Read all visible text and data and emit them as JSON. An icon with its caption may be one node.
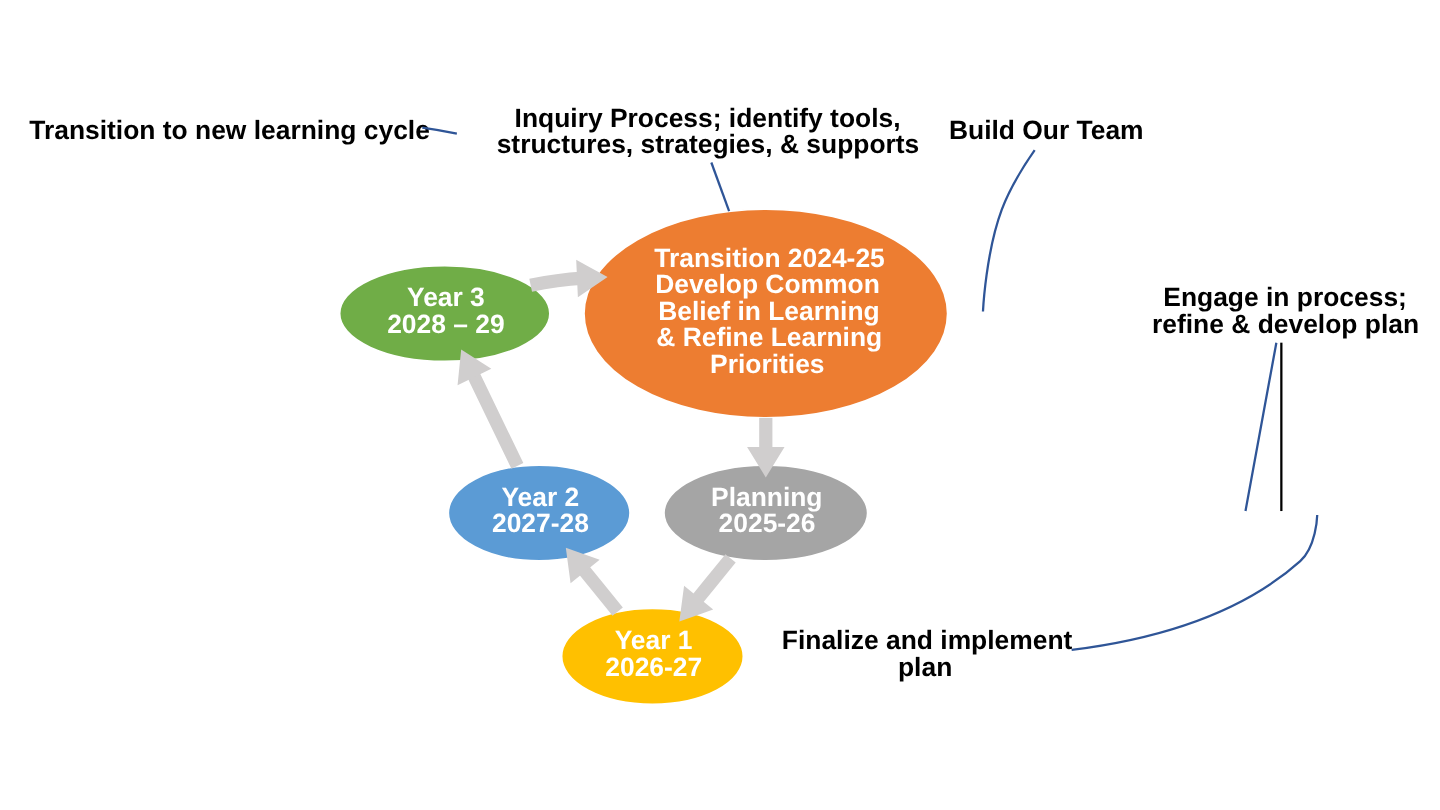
{
  "diagram": {
    "nodes": [
      {
        "text": [
          "Transition to new learning cycle"
        ]
      },
      {
        "text": [
          "Build Our Team"
        ]
      },
      {
        "text": [
          "Inquiry Process; identify tools, structures, strategies, & supports"
        ]
      },
      {
        "text": [
          "Transition 2024-25",
          "Develop Common Belief in Learning & Refine Learning Priorities"
        ]
      },
      {
        "text": [
          "Engage in process; refine & develop plan"
        ]
      },
      {
        "text": [
          "Year 3",
          "2028 – 29"
        ]
      },
      {
        "text": [
          "Year 2",
          "2027-28"
        ]
      },
      {
        "text": [
          "Planning",
          "2025-26"
        ]
      },
      {
        "text": [
          "Year 1",
          "2026-27"
        ]
      },
      {
        "text": [
          "Finalize and implement plan"
        ]
      }
    ],
    "edges": [
      {
        "from": 5,
        "to": 3,
        "arrow": "to",
        "style": "thick",
        "color": "#d0cece"
      },
      {
        "from": 3,
        "to": 7,
        "arrow": "to",
        "style": "thick",
        "color": "#d0cece"
      },
      {
        "from": 7,
        "to": 8,
        "arrow": "to",
        "style": "thick",
        "color": "#d0cece"
      },
      {
        "from": 8,
        "to": 6,
        "arrow": "to",
        "style": "thick",
        "color": "#d0cece"
      },
      {
        "from": 6,
        "to": 5,
        "arrow": "to",
        "style": "thick",
        "color": "#d0cece"
      },
      {
        "from": 0,
        "to": null,
        "arrow": "none",
        "color": "#2f5597"
      },
      {
        "from": 1,
        "to": null,
        "arrow": "none",
        "color": "#2f5597"
      },
      {
        "from": 2,
        "to": 3,
        "arrow": "none",
        "color": "#2f5597"
      },
      {
        "from": 4,
        "to": null,
        "arrow": "none",
        "color": "#2f5597"
      },
      {
        "from": 4,
        "to": null,
        "arrow": "none",
        "color": "#000000"
      },
      {
        "from": 9,
        "to": null,
        "arrow": "none",
        "color": "#2f5597"
      }
    ]
  }
}
